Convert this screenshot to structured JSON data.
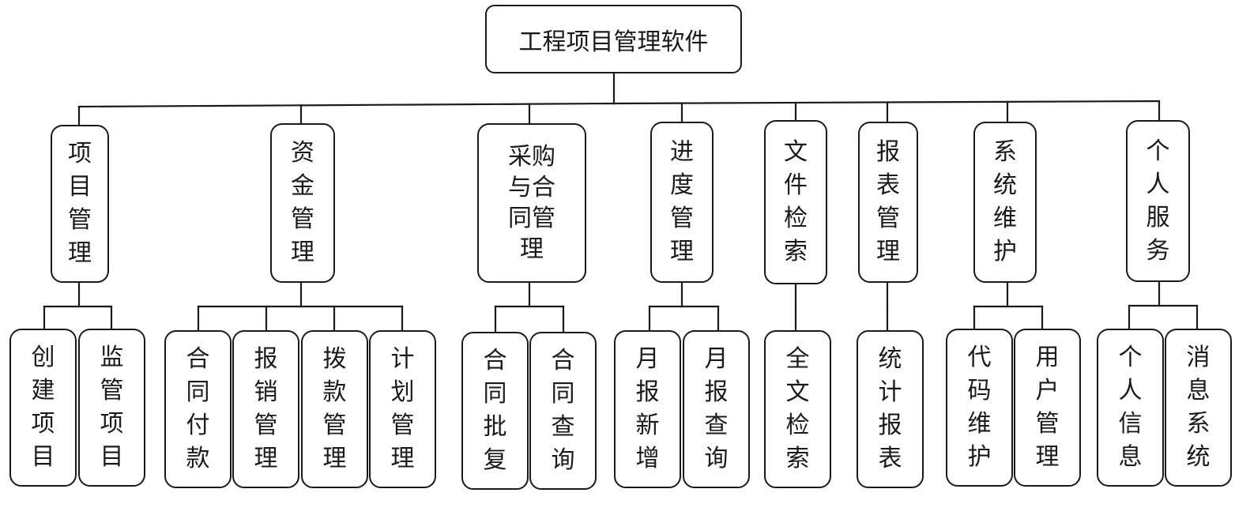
{
  "root": "工程项目管理软件",
  "modules": [
    {
      "label": "项目管理",
      "children": [
        "创建项目",
        "监管项目"
      ]
    },
    {
      "label": "资金管理",
      "children": [
        "合同付款",
        "报销管理",
        "拨款管理",
        "计划管理"
      ]
    },
    {
      "label": "采购与合同管理",
      "lines": [
        "采购",
        "与合",
        "同管",
        "理"
      ],
      "children": [
        "合同批复",
        "合同查询"
      ]
    },
    {
      "label": "进度管理",
      "children": [
        "月报新增",
        "月报查询"
      ]
    },
    {
      "label": "文件检索",
      "children": [
        "全文检索"
      ]
    },
    {
      "label": "报表管理",
      "children": [
        "统计报表"
      ]
    },
    {
      "label": "系统维护",
      "children": [
        "代码维护",
        "用户管理"
      ]
    },
    {
      "label": "个人服务",
      "children": [
        "个人信息",
        "消息系统"
      ]
    }
  ]
}
